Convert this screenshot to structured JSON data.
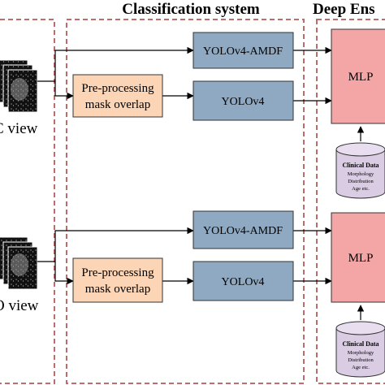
{
  "sections": {
    "classification_title": "Classification system",
    "ensemble_title": "Deep Ens"
  },
  "top_branch": {
    "view_label": "C view",
    "preprocess_line1": "Pre-processing",
    "preprocess_line2": "mask overlap",
    "amdf_label": "YOLOv4-AMDF",
    "yolo_label": "YOLOv4",
    "mlp_label": "MLP",
    "clinical": {
      "title": "Clinical Data",
      "line1": "Morphology",
      "line2": "Distribution",
      "line3": "Age etc."
    }
  },
  "bottom_branch": {
    "view_label": "O view",
    "preprocess_line1": "Pre-processing",
    "preprocess_line2": "mask overlap",
    "amdf_label": "YOLOv4-AMDF",
    "yolo_label": "YOLOv4",
    "mlp_label": "MLP",
    "clinical": {
      "title": "Clinical Data",
      "line1": "Morphology",
      "line2": "Distribution",
      "line3": "Age etc."
    }
  },
  "colors": {
    "yolo_box_fill": "#8ea9c1",
    "preprocess_fill": "#fbd5b5",
    "mlp_fill": "#f4a6a6",
    "cylinder_fill": "#d9cce3",
    "dashed_border": "#c06a6a",
    "arrow": "#000000"
  }
}
